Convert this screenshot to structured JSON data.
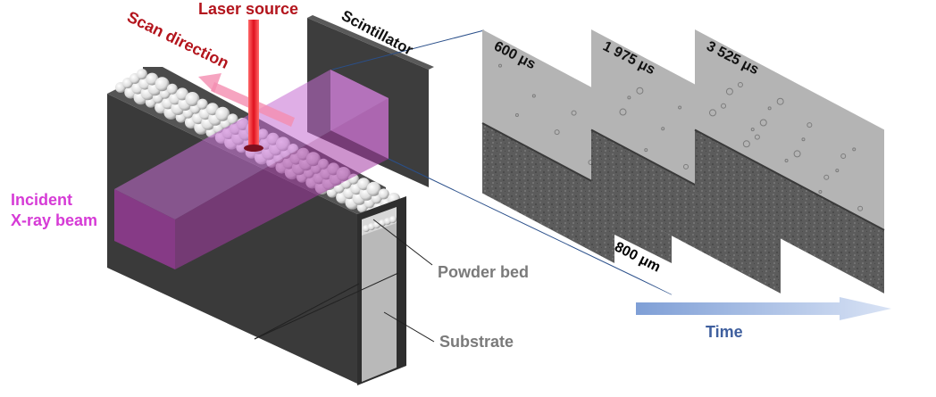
{
  "labels": {
    "laser_source": "Laser source",
    "scan_direction": "Scan direction",
    "scintillator": "Scintillator",
    "incident_line1": "Incident",
    "incident_line2": "X-ray beam",
    "powder_bed": "Powder bed",
    "substrate": "Substrate",
    "time": "Time",
    "scale_bar": "800 μm"
  },
  "frames": [
    {
      "timestamp": "600 μs"
    },
    {
      "timestamp": "1 975 μs"
    },
    {
      "timestamp": "3 525 μs"
    }
  ],
  "colors": {
    "laser": "#e0101e",
    "label_red": "#b3141c",
    "incident_magenta": "#d63bd6",
    "beam_purple": "#a43aa4",
    "block_dark": "#3a3a3a",
    "substrate_gray": "#b9b9b9",
    "label_gray": "#7a7a7a",
    "time_blue": "#3f5f9e",
    "time_arrow": "#b9cbe8"
  }
}
